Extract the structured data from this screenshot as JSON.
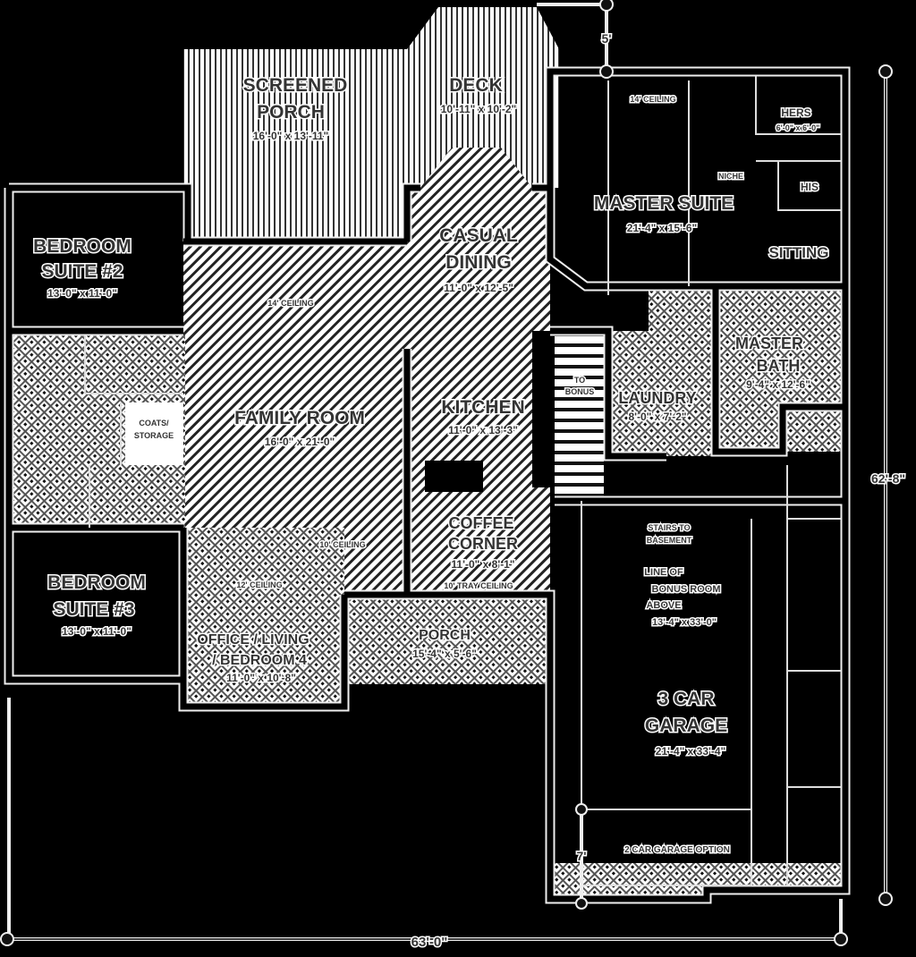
{
  "plan": {
    "rooms": {
      "screened_porch": {
        "name_1": "SCREENED",
        "name_2": "PORCH",
        "size": "16'-0\" x 13'-11\""
      },
      "deck": {
        "name": "DECK",
        "size": "10'-11\" x 10'-2\""
      },
      "master_suite": {
        "name": "MASTER SUITE",
        "size": "21'-4\" x 15'-6\"",
        "ceiling": "14' CEILING"
      },
      "hers": {
        "name": "HERS",
        "size": "6'-0\" x 6'-0\""
      },
      "his": {
        "name": "HIS"
      },
      "niche": {
        "name": "NICHE"
      },
      "sitting": {
        "name": "SITTING"
      },
      "bedroom_suite_2": {
        "name_1": "BEDROOM",
        "name_2": "SUITE #2",
        "size": "13'-0\" x 11'-0\""
      },
      "casual_dining": {
        "name_1": "CASUAL",
        "name_2": "DINING",
        "size": "11'-0\" x 12'-5\""
      },
      "family_room": {
        "name": "FAMILY ROOM",
        "size": "16'-0\" x 21'-0\"",
        "ceiling": "14' CEILING",
        "ceiling_2": "10' CEILING"
      },
      "kitchen": {
        "name": "KITCHEN",
        "size": "11'-0\" x 13'-3\""
      },
      "coats_storage": {
        "name_1": "COATS/",
        "name_2": "STORAGE"
      },
      "to_bonus": {
        "name_1": "TO",
        "name_2": "BONUS"
      },
      "laundry": {
        "name": "LAUNDRY",
        "size": "8'-0\" x 7'-2\""
      },
      "master_bath": {
        "name_1": "MASTER",
        "name_2": "BATH",
        "size": "9'-4\" x 12'-6\""
      },
      "coffee_corner": {
        "name_1": "COFFEE",
        "name_2": "CORNER",
        "size": "11'-0\" x 8'-1\"",
        "ceiling": "10' TRAY CEILING"
      },
      "bedroom_suite_3": {
        "name_1": "BEDROOM",
        "name_2": "SUITE #3",
        "size": "13'-0\" x 11'-0\""
      },
      "office": {
        "name_1": "OFFICE / LIVING",
        "name_2": "/ BEDROOM 4",
        "size": "11'-0\" x 10'-8\"",
        "ceiling": "12' CEILING"
      },
      "porch": {
        "name": "PORCH",
        "size": "15'-4\" x 5'-6\""
      },
      "stairs": {
        "name_1": "STAIRS TO",
        "name_2": "BASEMENT"
      },
      "bonus_line": {
        "name_1": "LINE OF",
        "name_2": "BONUS ROOM",
        "name_3": "ABOVE",
        "size": "13'-4\" x 33'-0\""
      },
      "garage": {
        "name_1": "3 CAR",
        "name_2": "GARAGE",
        "size": "21'-4\" x 33'-4\"",
        "option": "2 CAR GARAGE OPTION"
      }
    },
    "dimensions": {
      "overall_width": "63'-0\"",
      "overall_depth": "62'-8\"",
      "top_offset": "5'",
      "garage_offset": "7'"
    },
    "colors": {
      "background": "#000000",
      "wall": "#000000",
      "line": "#eeeeee",
      "text": "#333333"
    }
  }
}
